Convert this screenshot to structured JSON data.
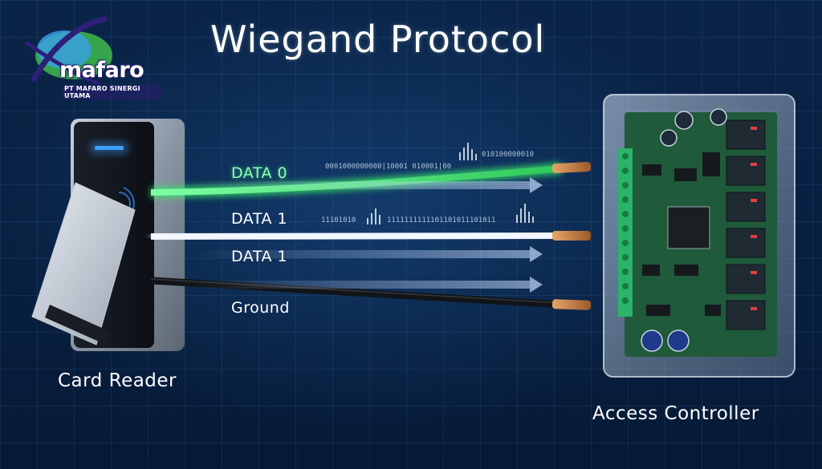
{
  "title": "Wiegand Protocol",
  "logo": {
    "wordmark": "mafaro",
    "tagline": "PT MAFARO SINERGI UTAMA"
  },
  "wires": {
    "data0": {
      "label": "DATA 0",
      "binary": "0001000000000|10001 010001|00",
      "binary2": "010100000010"
    },
    "data1": {
      "label": "DATA 1",
      "binary": "11101010",
      "binary2": "1111111111101101011101011"
    },
    "data1b": {
      "label": "DATA 1"
    },
    "ground": {
      "label": "Ground"
    }
  },
  "devices": {
    "reader": {
      "label": "Card Reader"
    },
    "controller": {
      "label": "Access Controller"
    }
  },
  "colors": {
    "data0_wire": "#39e26a",
    "data1_wire": "#f2f6ff",
    "ground_wire": "#111418",
    "copper": "#c98a4e",
    "pcb": "#1f5a3a",
    "reader_led": "#3aa0ff"
  }
}
